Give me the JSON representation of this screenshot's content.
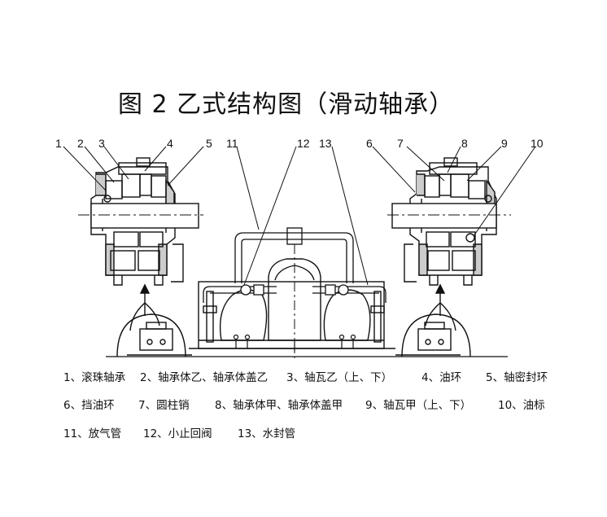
{
  "title": "图 2   乙式结构图（滑动轴承）",
  "callouts": [
    "1",
    "2",
    "3",
    "4",
    "5",
    "11",
    "12",
    "13",
    "6",
    "7",
    "8",
    "9",
    "10"
  ],
  "legend": {
    "row1": [
      "1、滚珠轴承",
      "2、轴承体乙、轴承体盖乙",
      "3、轴瓦乙（上、下）",
      "4、油环",
      "5、轴密封环"
    ],
    "row2": [
      "6、挡油环",
      "7、圆柱销",
      "8、轴承体甲、轴承体盖甲",
      "9、轴瓦甲（上、下）",
      "10、油标"
    ],
    "row3": [
      "11、放气管",
      "12、小止回阀",
      "13、水封管"
    ]
  }
}
